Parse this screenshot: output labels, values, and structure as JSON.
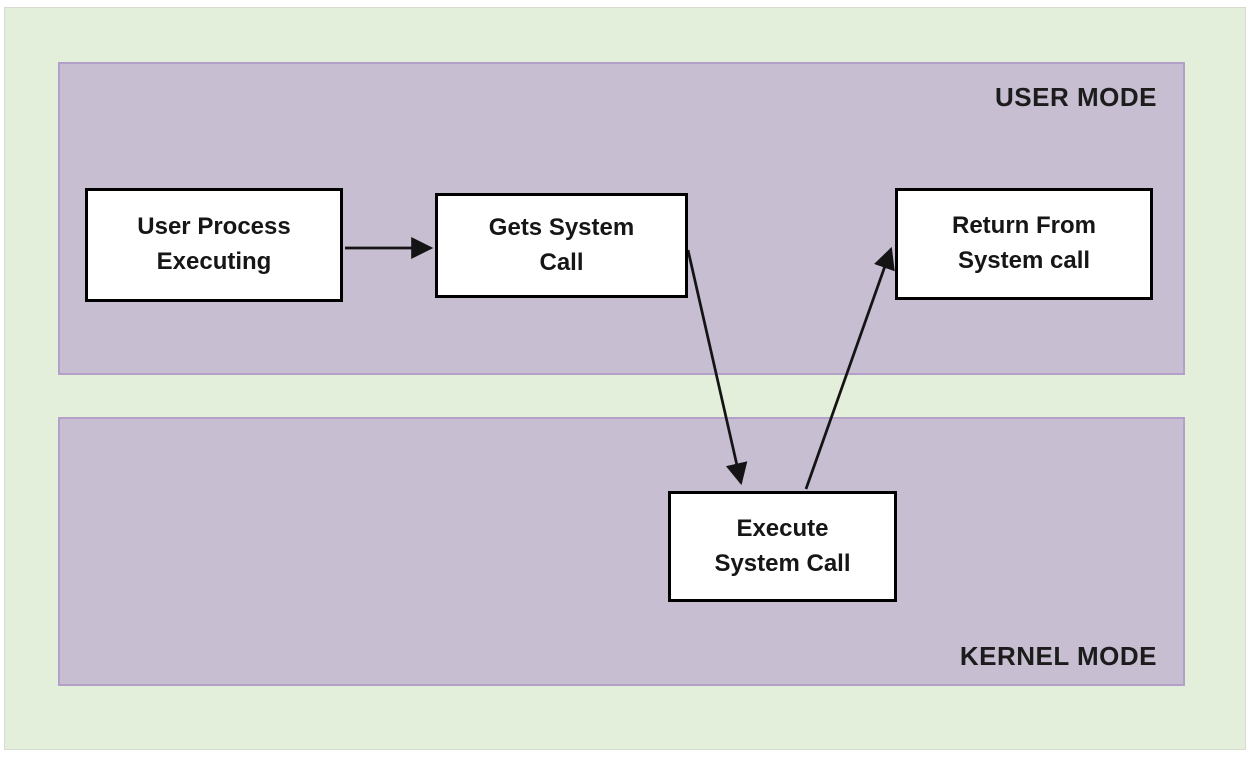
{
  "diagram": {
    "user_mode_label": "USER MODE",
    "kernel_mode_label": "KERNEL MODE",
    "nodes": {
      "user_process": {
        "label": "User Process\nExecuting"
      },
      "gets_system_call": {
        "label": "Gets System\nCall"
      },
      "return_from_system_call": {
        "label": "Return From\nSystem call"
      },
      "execute_system_call": {
        "label": "Execute\nSystem Call"
      }
    },
    "edges": [
      {
        "from": "user_process",
        "to": "gets_system_call"
      },
      {
        "from": "gets_system_call",
        "to": "execute_system_call"
      },
      {
        "from": "execute_system_call",
        "to": "return_from_system_call"
      }
    ],
    "colors": {
      "background": "#e3efda",
      "band_fill": "#c7bed2",
      "band_border": "#b3a0c9",
      "node_fill": "#ffffff",
      "node_border": "#000000",
      "arrow": "#141414"
    }
  }
}
